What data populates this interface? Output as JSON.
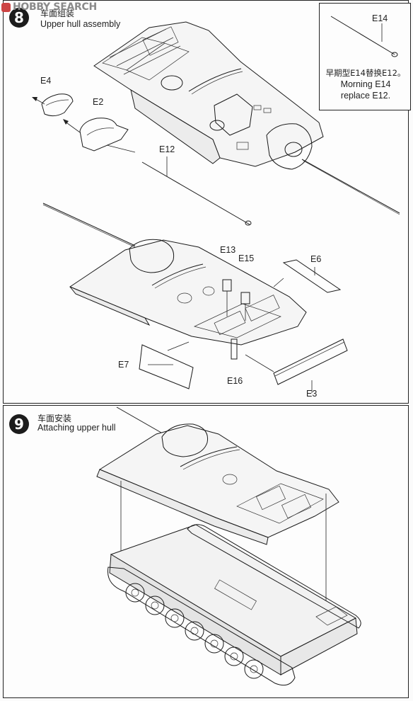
{
  "watermark": {
    "text": "HOBBY SEARCH"
  },
  "step8": {
    "number": "8",
    "title_cn": "车面组装",
    "title_en": "Upper hull assembly",
    "inset": {
      "part": "E14",
      "note_cn": "早期型E14替换E12。",
      "note_en_1": "Morning E14",
      "note_en_2": "replace E12."
    },
    "parts": {
      "e4": "E4",
      "e2": "E2",
      "e12": "E12",
      "e13": "E13",
      "e15": "E15",
      "e6": "E6",
      "e7": "E7",
      "e16": "E16",
      "e3": "E3"
    }
  },
  "step9": {
    "number": "9",
    "title_cn": "车面安装",
    "title_en": "Attaching upper hull"
  },
  "colors": {
    "ink": "#1a1a1a",
    "paper": "#fbfbfb",
    "hull_fill": "#f4f4f4",
    "shade": "#cfcfcf"
  }
}
